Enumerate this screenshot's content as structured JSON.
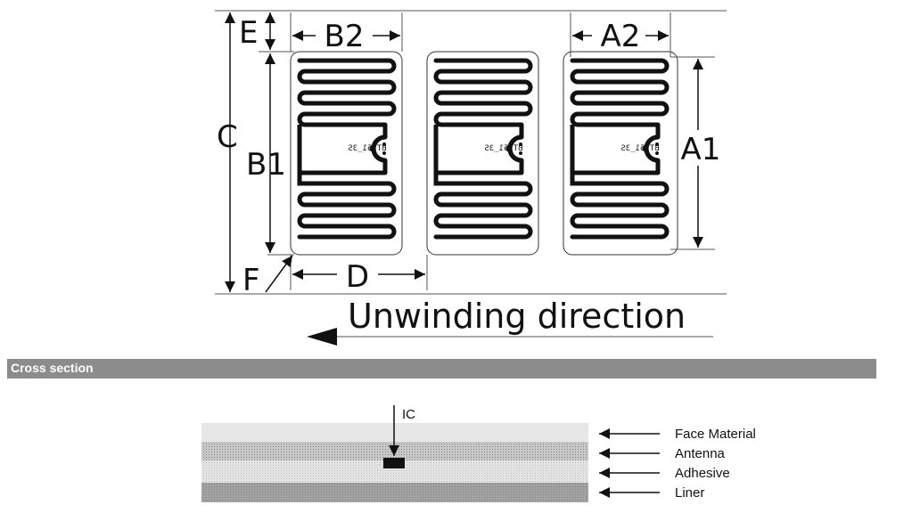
{
  "diagram": {
    "dimension_labels": {
      "E": "E",
      "B2": "B2",
      "A2": "A2",
      "C": "C",
      "B1": "B1",
      "A1": "A1",
      "F": "F",
      "D": "D"
    },
    "chip_marking": "BT151_3S",
    "unwinding_direction": "Unwinding direction"
  },
  "cross_section": {
    "title": "Cross section",
    "ic_label": "IC",
    "layers": [
      "Face Material",
      "Antenna",
      "Adhesive",
      "Liner"
    ]
  },
  "colors": {
    "trace": "#111111",
    "section_bar": "#8c8c8c",
    "face_material": "#e6e6e6",
    "antenna": "#8a8a8a",
    "adhesive": "#d6d6d6",
    "liner": "#9e9e9e"
  }
}
